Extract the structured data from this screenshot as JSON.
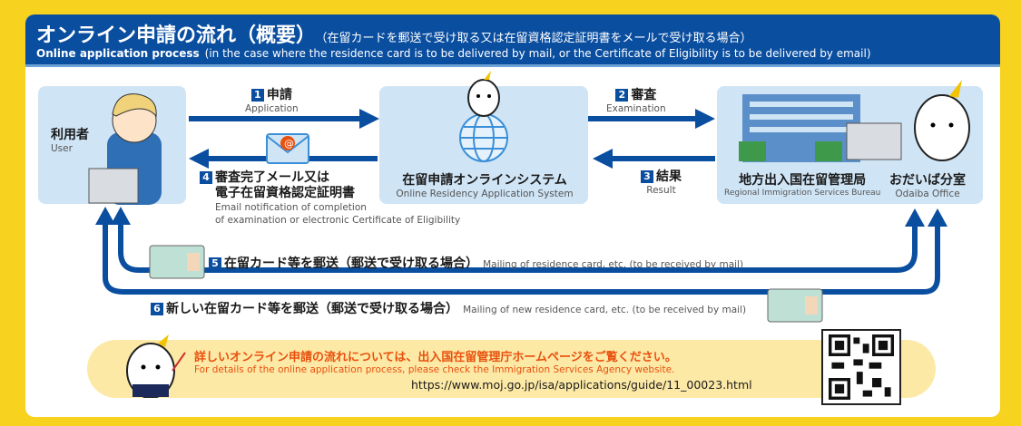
{
  "header": {
    "title": "オンライン申請の流れ（概要）",
    "title_note": "（在留カードを郵送で受け取る又は在留資格認定証明書をメールで受け取る場合）",
    "subtitle": "Online application process",
    "subtitle_note": "(in the case where the residence card is to be delivered by mail, or the Certificate of Eligibility is to be delivered by email)"
  },
  "nodes": {
    "user": {
      "jp": "利用者",
      "en": "User"
    },
    "system": {
      "jp": "在留申請オンラインシステム",
      "en": "Online Residency Application System"
    },
    "bureau": {
      "jp": "地方出入国在留管理局",
      "en": "Regional Immigration Services Bureau"
    },
    "office": {
      "jp": "おだいば分室",
      "en": "Odaiba Office"
    }
  },
  "steps": [
    {
      "num": "1",
      "jp": "申請",
      "en": "Application"
    },
    {
      "num": "2",
      "jp": "審査",
      "en": "Examination"
    },
    {
      "num": "3",
      "jp": "結果",
      "en": "Result"
    },
    {
      "num": "4",
      "jp": "審査完了メール又は",
      "jp2": "電子在留資格認定証明書",
      "en": "Email notification of completion",
      "en2": "of examination or electronic Certificate of Eligibility"
    },
    {
      "num": "5",
      "jp": "在留カード等を郵送（郵送で受け取る場合）",
      "en": "Mailing of residence card, etc. (to be received by mail)"
    },
    {
      "num": "6",
      "jp": "新しい在留カード等を郵送（郵送で受け取る場合）",
      "en": "Mailing of new residence card, etc. (to be received by mail)"
    }
  ],
  "footer": {
    "jp": "詳しいオンライン申請の流れについては、出入国在留管理庁ホームページをご覧ください。",
    "en": "For details of the online application process, please check the Immigration Services Agency website.",
    "url": "https://www.moj.go.jp/isa/applications/guide/11_00023.html"
  },
  "colors": {
    "brand": "#0a4ea0",
    "accent": "#e8500e",
    "background": "#f7d21e"
  }
}
